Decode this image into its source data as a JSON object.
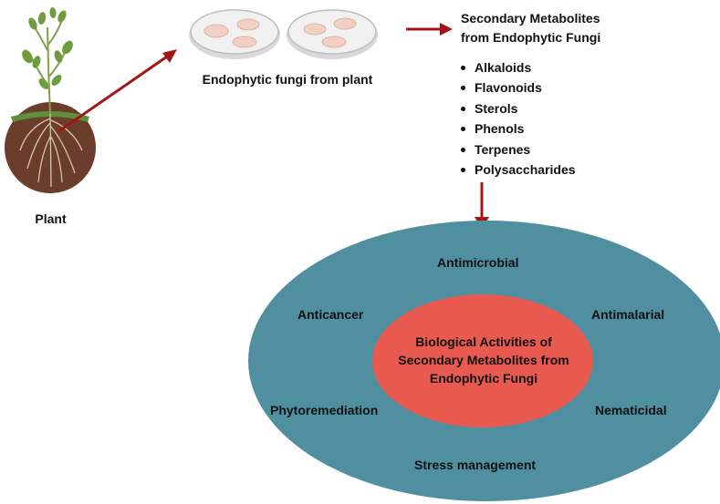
{
  "plant": {
    "label": "Plant"
  },
  "fungi": {
    "label": "Endophytic fungi from plant"
  },
  "metabolites": {
    "title_line1": "Secondary Metabolites",
    "title_line2": "from Endophytic Fungi",
    "items": [
      "Alkaloids",
      "Flavonoids",
      "Sterols",
      "Phenols",
      "Terpenes",
      "Polysaccharides"
    ]
  },
  "activities": {
    "center_line1": "Biological Activities of",
    "center_line2": "Secondary Metabolites from",
    "center_line3": "Endophytic Fungi",
    "top": "Antimicrobial",
    "upper_left": "Anticancer",
    "upper_right": "Antimalarial",
    "lower_left": "Phytoremediation",
    "lower_right": "Nematicidal",
    "bottom": "Stress management"
  },
  "colors": {
    "arrow": "#a31515",
    "outer_ellipse": "#4f8fa0",
    "inner_ellipse": "#e85a4f",
    "soil": "#6b3e2b",
    "leaf": "#6f9c3e",
    "petri_fill": "#f1f1f1",
    "colony": "#f2cfc4"
  }
}
